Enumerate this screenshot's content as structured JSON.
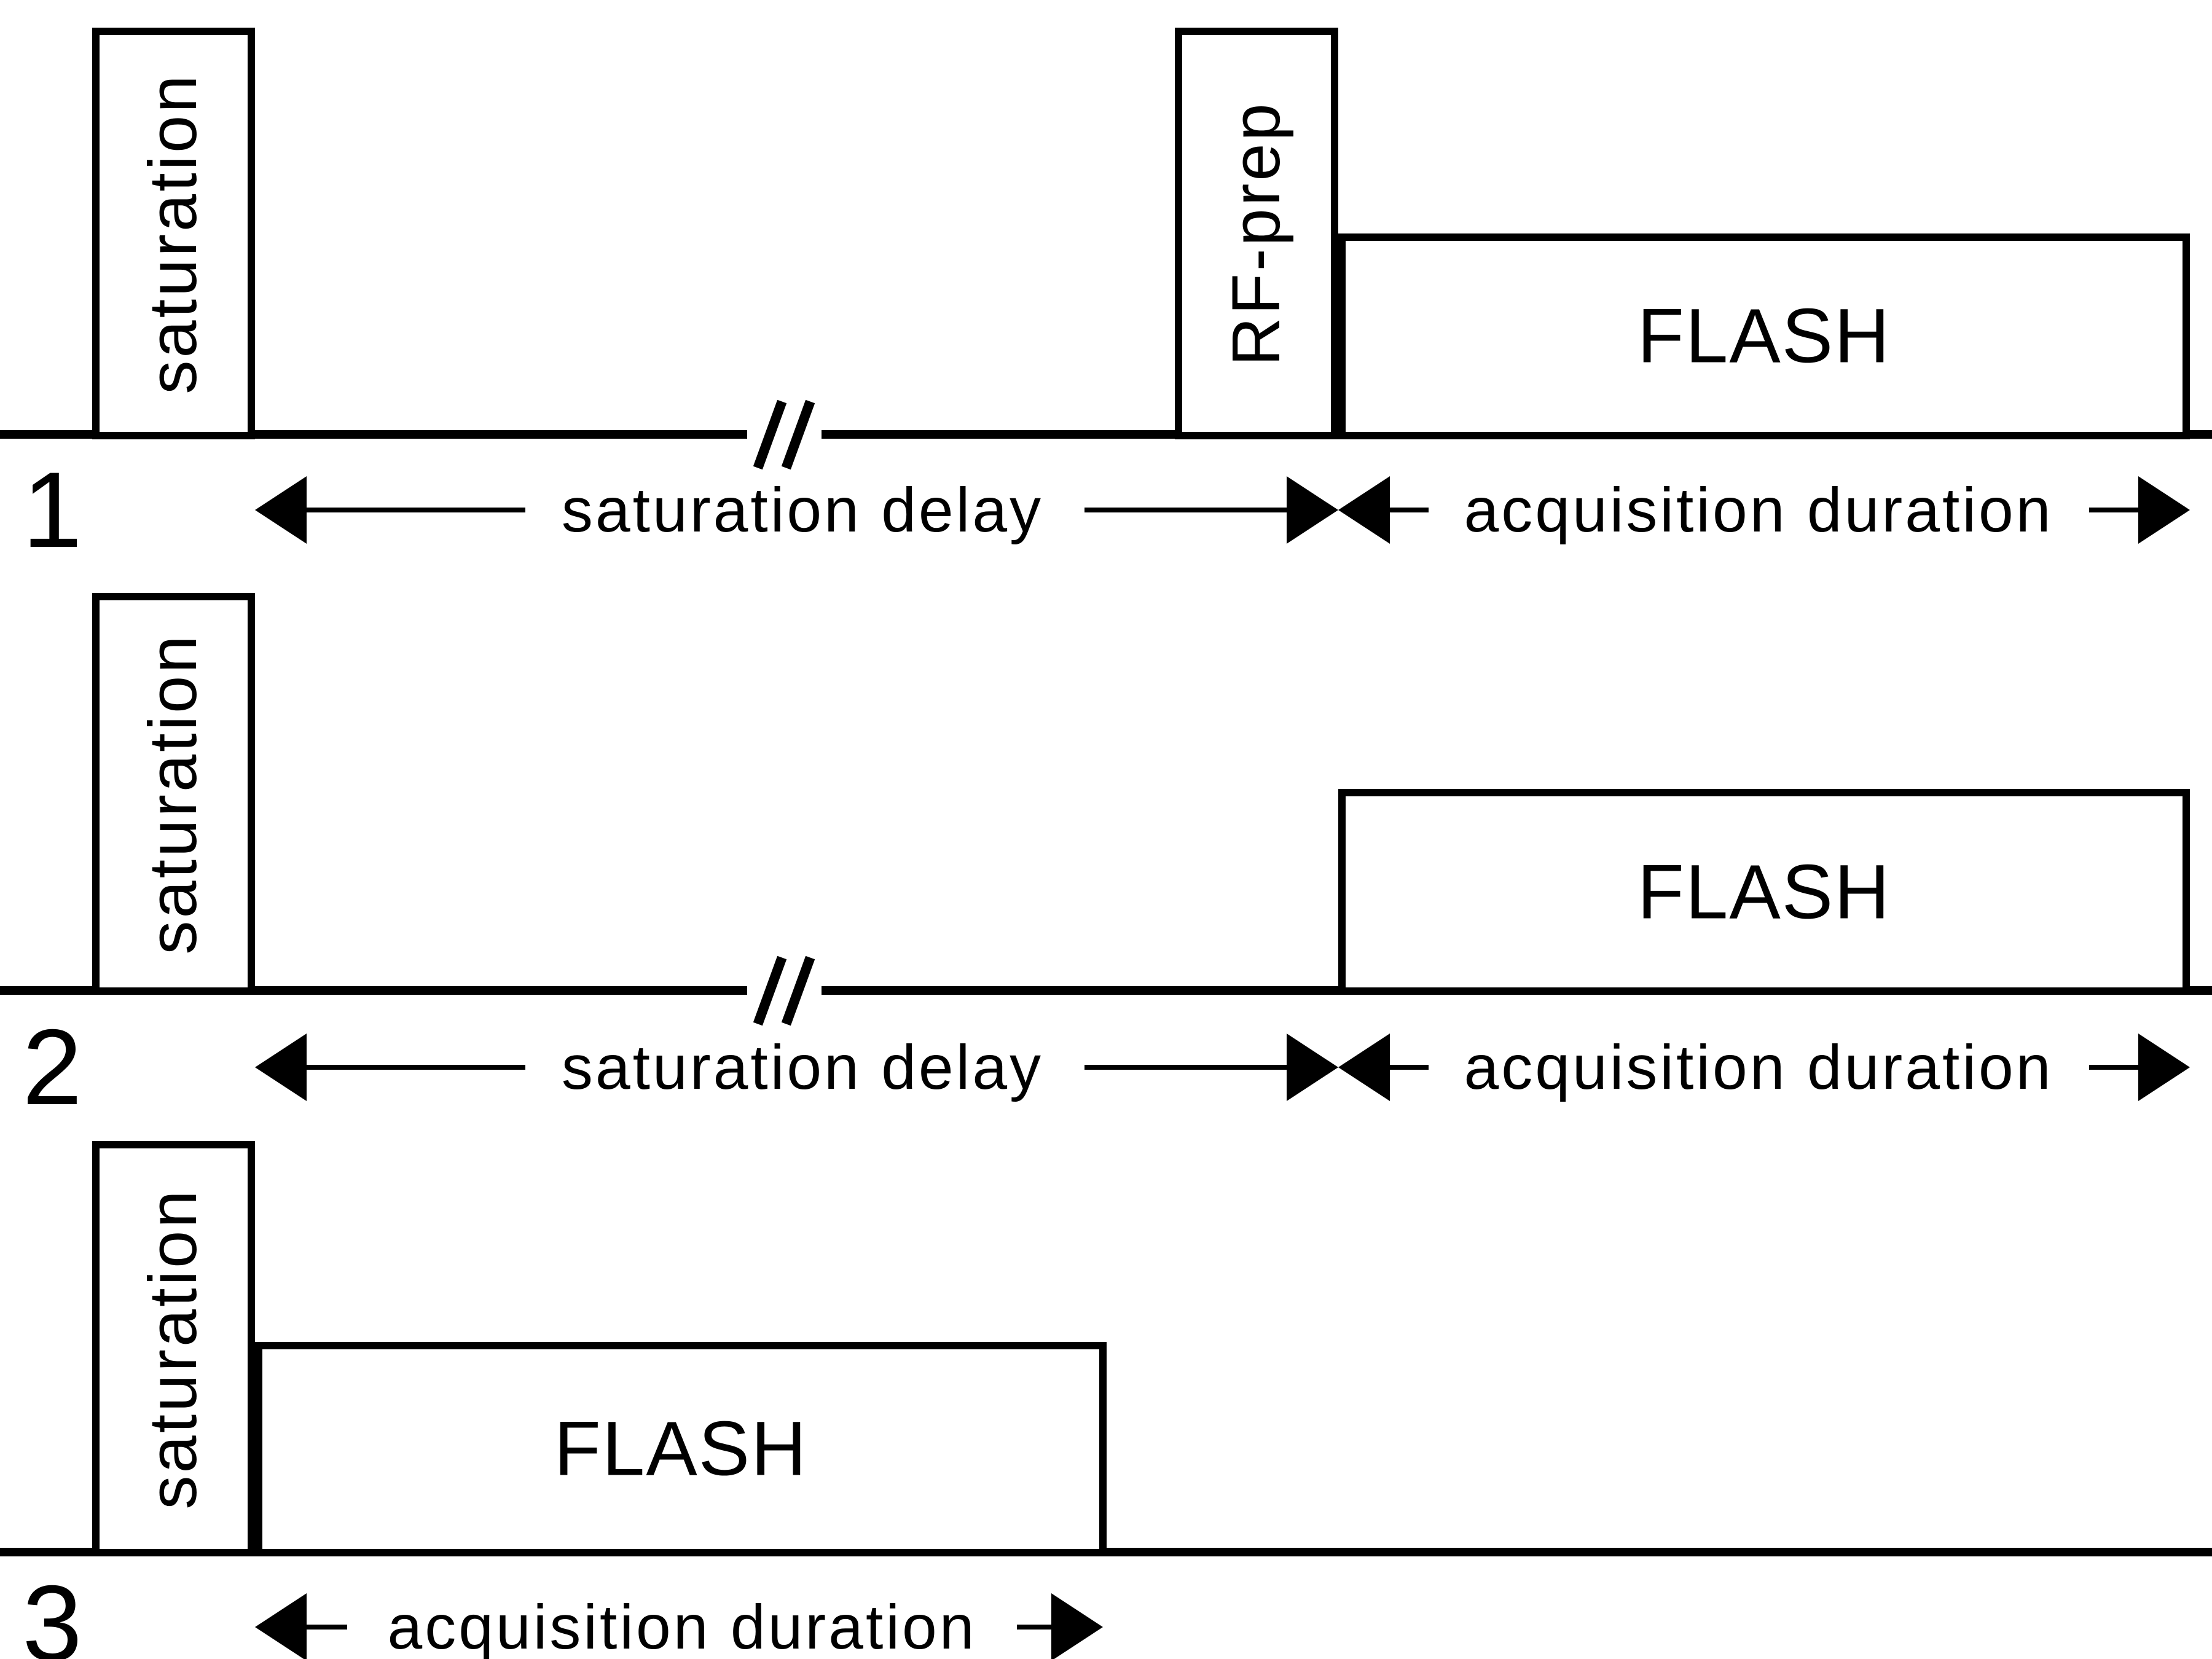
{
  "diagram": {
    "title_hint": "pulse sequence timing schemes",
    "ink_color": "#000000",
    "background_color": "#ffffff",
    "break_icon": "double-slash",
    "rows": [
      {
        "index": "1",
        "saturation_label": "saturation",
        "rf_prep_label": "RF-prep",
        "flash_label": "FLASH",
        "saturation_delay_label": "saturation delay",
        "acquisition_duration_label": "acquisition duration"
      },
      {
        "index": "2",
        "saturation_label": "saturation",
        "flash_label": "FLASH",
        "saturation_delay_label": "saturation delay",
        "acquisition_duration_label": "acquisition duration"
      },
      {
        "index": "3",
        "saturation_label": "saturation",
        "flash_label": "FLASH",
        "acquisition_duration_label": "acquisition duration"
      }
    ]
  }
}
